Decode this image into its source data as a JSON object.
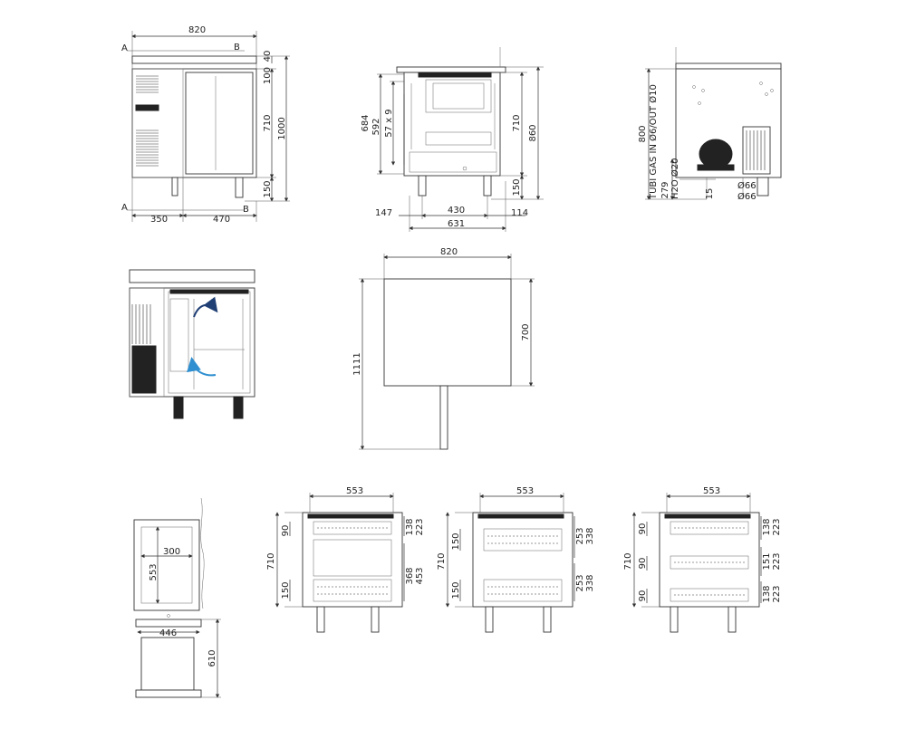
{
  "colors": {
    "line": "#333333",
    "airflow_dark": "#1f3f75",
    "airflow_light": "#2f8fd0",
    "fill_dark": "#222222"
  },
  "front_view": {
    "width": "820",
    "sec_a": "A",
    "sec_b": "B",
    "d40": "40",
    "d100": "100",
    "d710": "710",
    "d1000": "1000",
    "d150": "150",
    "d350": "350",
    "d470": "470"
  },
  "side_view": {
    "d684": "684",
    "d592": "592",
    "d57x9": "57 x 9",
    "d710": "710",
    "d860": "860",
    "d150": "150",
    "d147": "147",
    "d430": "430",
    "d114": "114",
    "d631": "631"
  },
  "tech_view": {
    "d800": "800",
    "tubi": "TUBI GAS IN Ø6/OUT Ø10",
    "d279": "279",
    "h2o": "H2O Ø20",
    "d15": "15",
    "phi66a": "Ø66",
    "phi66b": "Ø66"
  },
  "top_view": {
    "d820": "820",
    "d700": "700",
    "d1111": "1111"
  },
  "tray_view": {
    "d300": "300",
    "d553": "553",
    "d446": "446",
    "d610": "610"
  },
  "config_a": {
    "d553": "553",
    "d90": "90",
    "d710": "710",
    "d150": "150",
    "d138": "138",
    "d223": "223",
    "d368": "368",
    "d453": "453"
  },
  "config_b": {
    "d553": "553",
    "d150a": "150",
    "d710": "710",
    "d150b": "150",
    "d253a": "253",
    "d338a": "338",
    "d253b": "253",
    "d338b": "338"
  },
  "config_c": {
    "d553": "553",
    "d90a": "90",
    "d710": "710",
    "d90b": "90",
    "d90c": "90",
    "d138a": "138",
    "d223a": "223",
    "d151": "151",
    "d223b": "223",
    "d138b": "138",
    "d223c": "223"
  }
}
